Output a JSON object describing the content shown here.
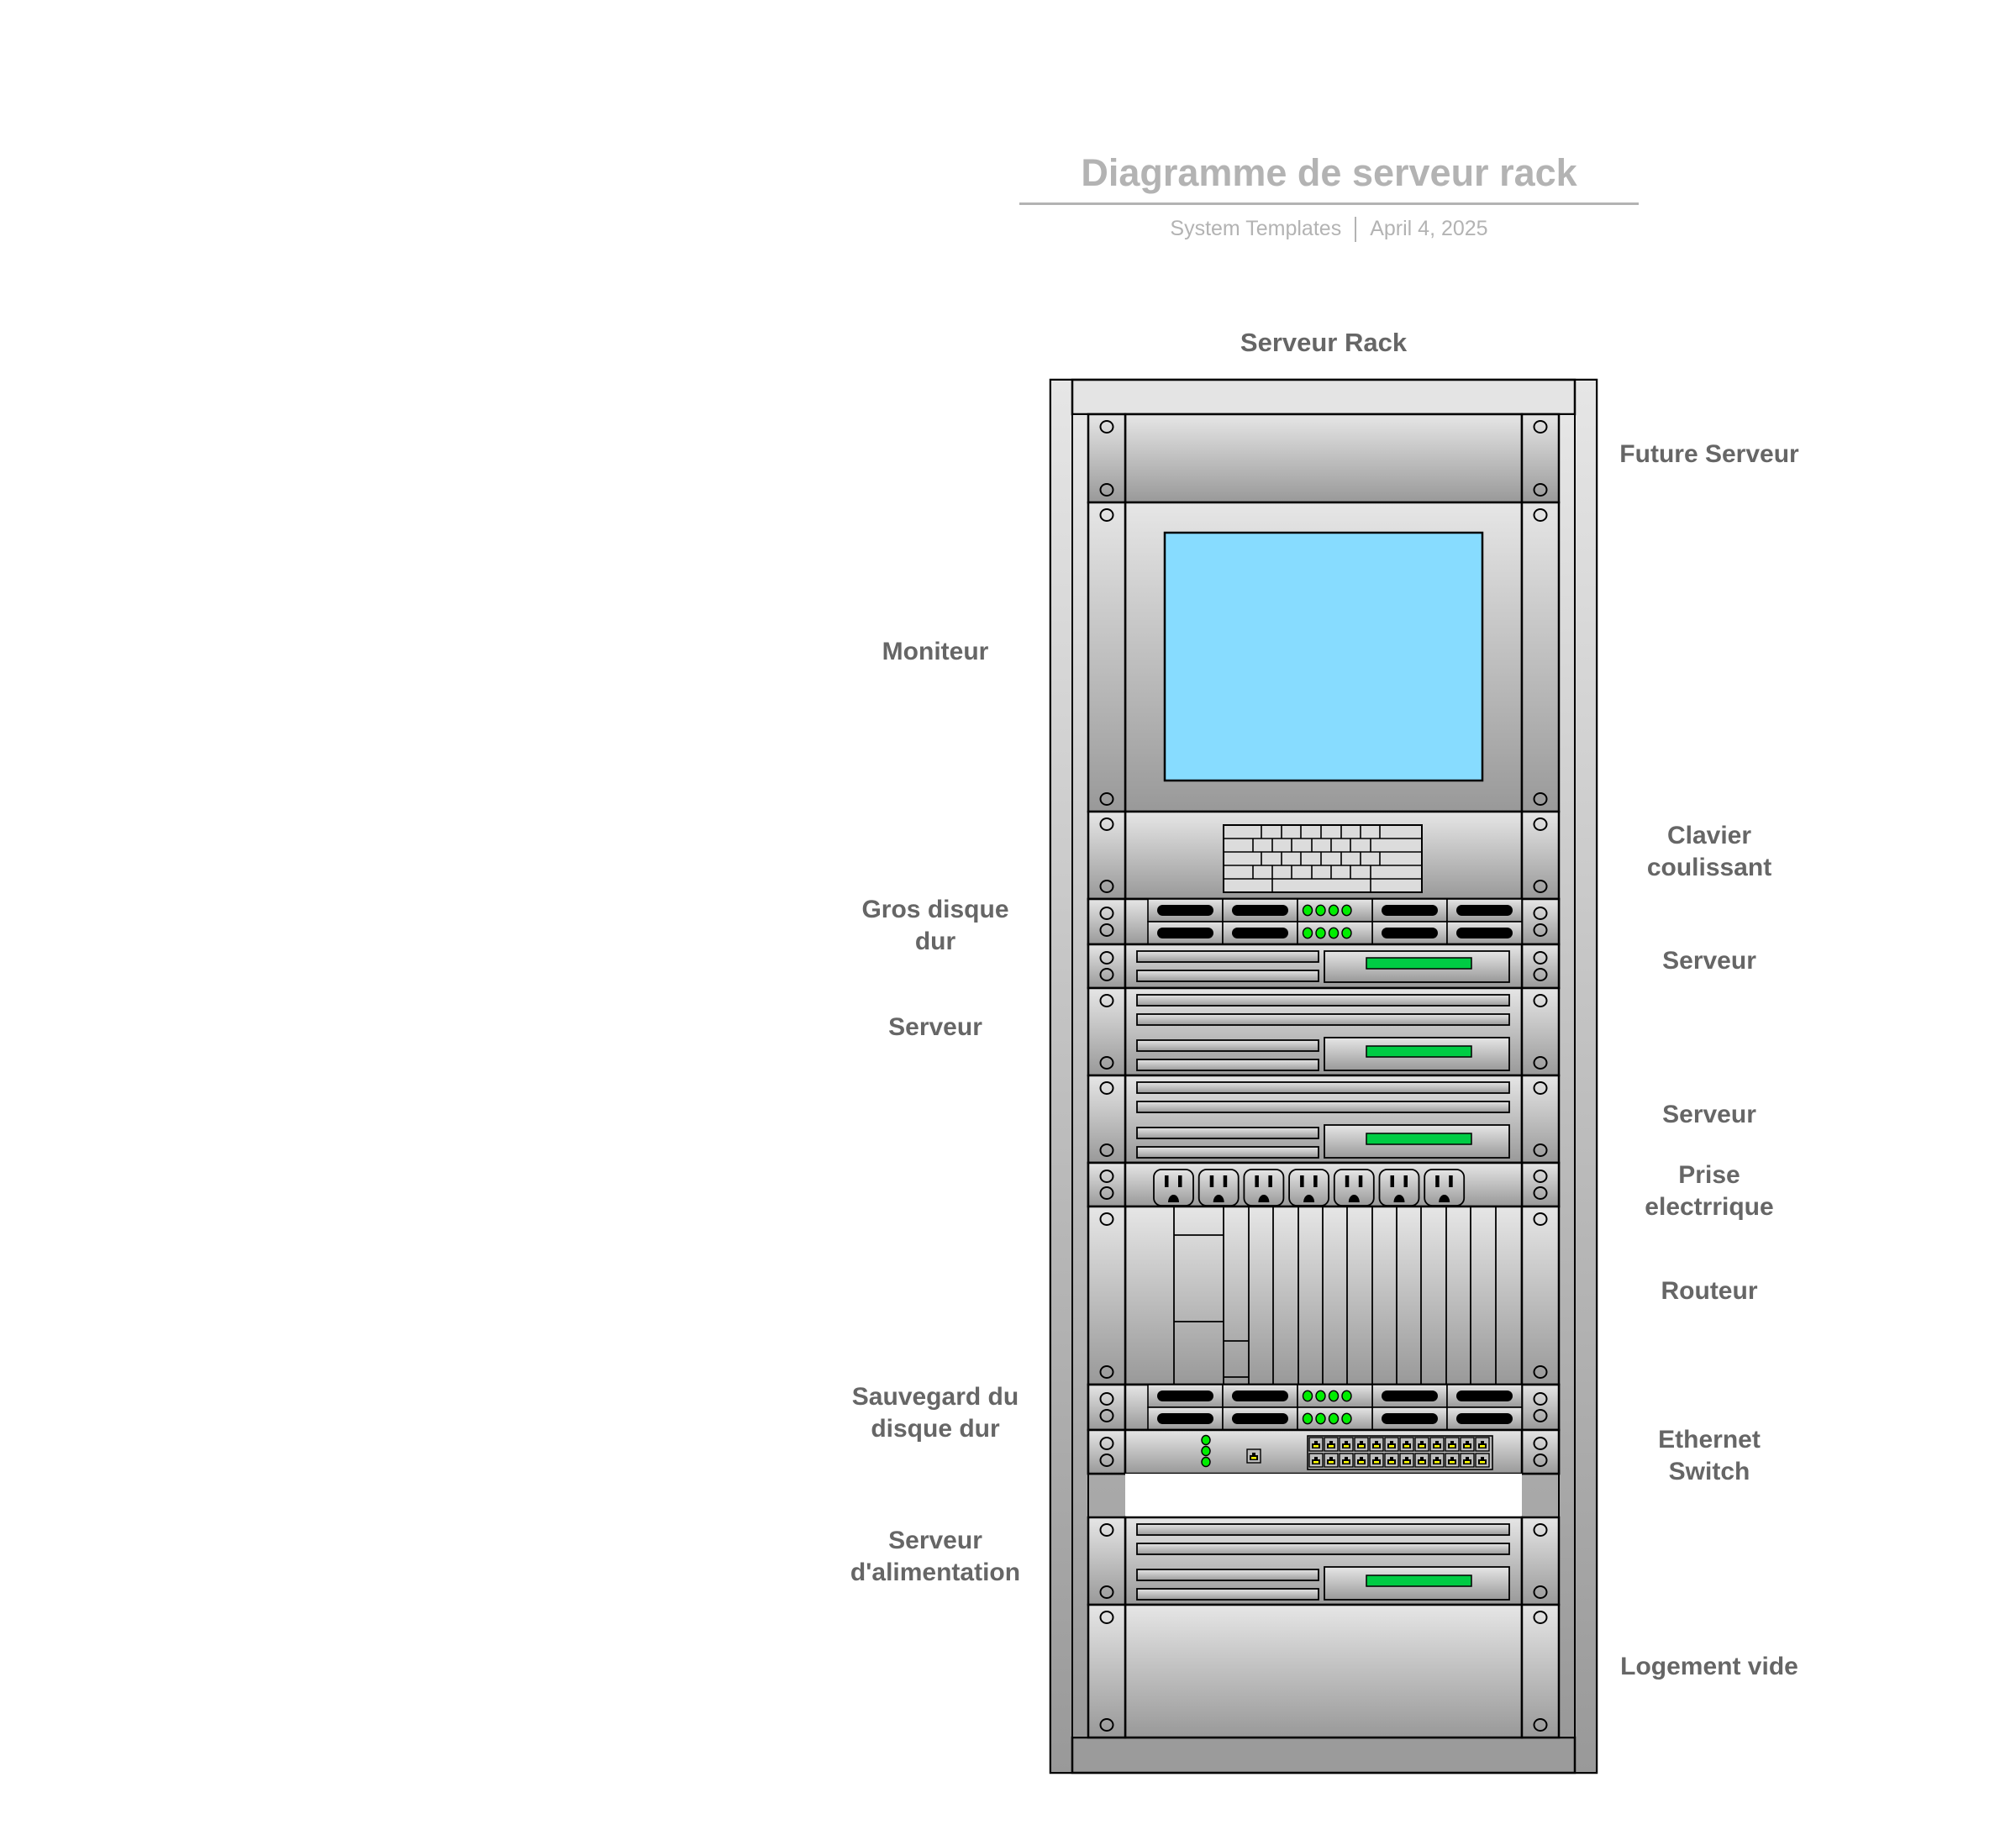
{
  "header": {
    "title": "Diagramme de serveur rack",
    "author": "System Templates",
    "date": "April 4, 2025"
  },
  "rack": {
    "title": "Serveur Rack",
    "screen_color": "#87dcff",
    "led_color": "#00ee00",
    "status_bar_color": "#00cc44",
    "port_led_color": "#ffff00"
  },
  "labels_left": [
    {
      "id": "moniteur",
      "text": "Moniteur"
    },
    {
      "id": "gros-disque-dur",
      "text": "Gros disque\ndur"
    },
    {
      "id": "serveur-left",
      "text": "Serveur"
    },
    {
      "id": "sauvegard",
      "text": "Sauvegard du\ndisque dur"
    },
    {
      "id": "serveur-alimentation",
      "text": "Serveur\nd'alimentation"
    }
  ],
  "labels_right": [
    {
      "id": "future-serveur",
      "text": "Future Serveur"
    },
    {
      "id": "clavier",
      "text": "Clavier\ncoulissant"
    },
    {
      "id": "serveur-right-1",
      "text": "Serveur"
    },
    {
      "id": "serveur-right-2",
      "text": "Serveur"
    },
    {
      "id": "prise",
      "text": "Prise\nelectrrique"
    },
    {
      "id": "routeur",
      "text": "Routeur"
    },
    {
      "id": "ethernet-switch",
      "text": "Ethernet\nSwitch"
    },
    {
      "id": "logement-vide",
      "text": "Logement vide"
    }
  ],
  "components": {
    "outlets_count": 7,
    "switch_ports_per_row": 12,
    "switch_port_rows": 2,
    "router_slots": 12,
    "hdd_led_count": 4
  }
}
